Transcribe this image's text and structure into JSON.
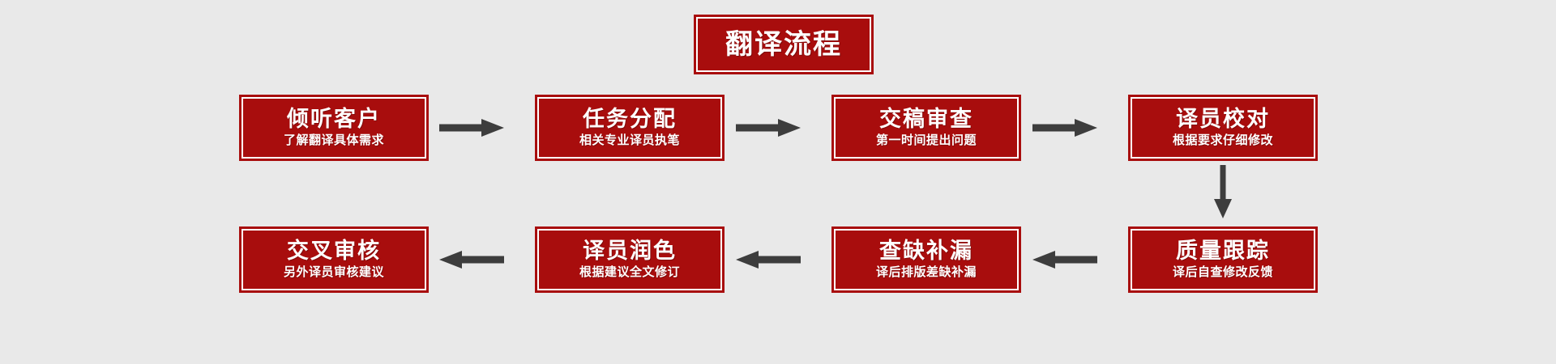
{
  "page": {
    "background_color": "#e9e9e9",
    "box_fill_color": "#a80d0d",
    "box_border_color": "#a80d0d",
    "box_inner_border_color": "#ffffff",
    "text_color": "#ffffff",
    "arrow_color": "#3d3d3d"
  },
  "title": {
    "text": "翻译流程"
  },
  "flow": {
    "row1": [
      {
        "title": "倾听客户",
        "subtitle": "了解翻译具体需求"
      },
      {
        "title": "任务分配",
        "subtitle": "相关专业译员执笔"
      },
      {
        "title": "交稿审查",
        "subtitle": "第一时间提出问题"
      },
      {
        "title": "译员校对",
        "subtitle": "根据要求仔细修改"
      }
    ],
    "row2": [
      {
        "title": "交叉审核",
        "subtitle": "另外译员审核建议"
      },
      {
        "title": "译员润色",
        "subtitle": "根据建议全文修订"
      },
      {
        "title": "查缺补漏",
        "subtitle": "译后排版差缺补漏"
      },
      {
        "title": "质量跟踪",
        "subtitle": "译后自查修改反馈"
      }
    ],
    "connectors": [
      {
        "name": "arrow-right-1",
        "direction": "right"
      },
      {
        "name": "arrow-right-2",
        "direction": "right"
      },
      {
        "name": "arrow-right-3",
        "direction": "right"
      },
      {
        "name": "arrow-down-1",
        "direction": "down"
      },
      {
        "name": "arrow-left-1",
        "direction": "left"
      },
      {
        "name": "arrow-left-2",
        "direction": "left"
      },
      {
        "name": "arrow-left-3",
        "direction": "left"
      }
    ]
  }
}
